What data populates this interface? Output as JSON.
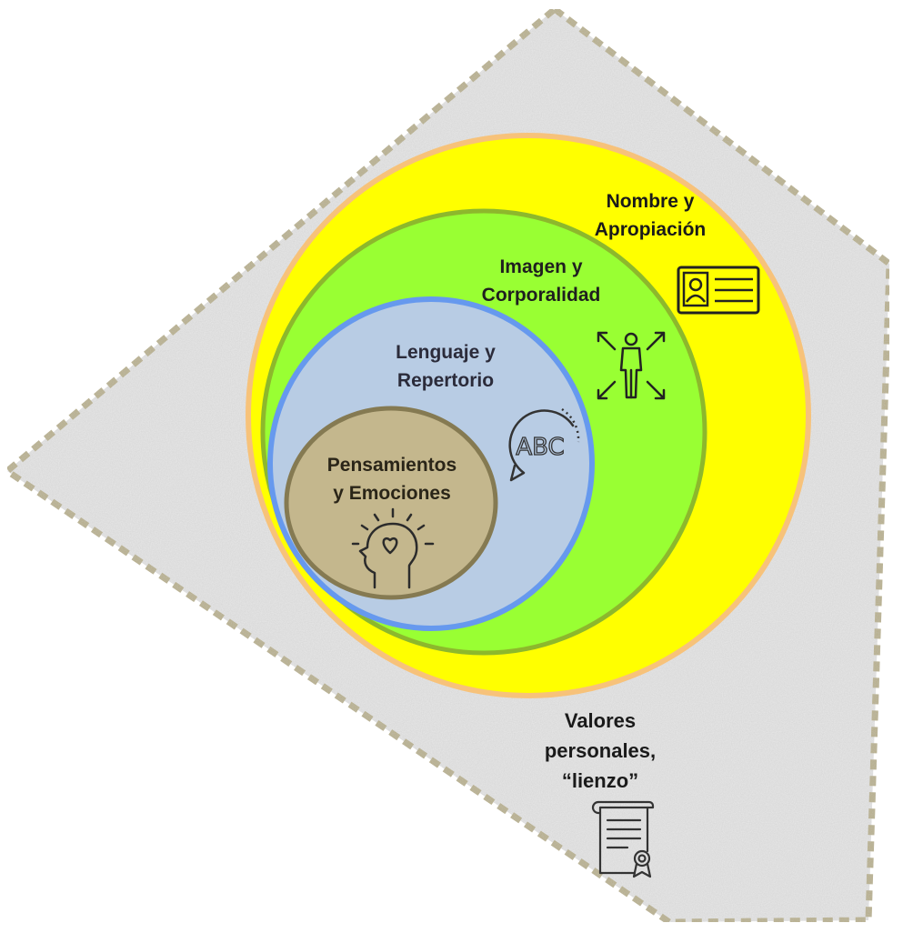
{
  "diagram": {
    "layers": [
      {
        "id": "nombre",
        "label_lines": [
          "Nombre y",
          "Apropiación"
        ],
        "icon": "id-card-icon",
        "fill": "#ffff00",
        "stroke": "#f7c27a"
      },
      {
        "id": "imagen",
        "label_lines": [
          "Imagen y",
          "Corporalidad"
        ],
        "icon": "body-expand-icon",
        "fill": "#99ff33",
        "stroke": "#8db82c"
      },
      {
        "id": "lenguaje",
        "label_lines": [
          "Lenguaje y",
          "Repertorio"
        ],
        "icon": "abc-speech-bubble-icon",
        "fill": "#b8cce4",
        "stroke": "#6699ee"
      },
      {
        "id": "pensamientos",
        "label_lines": [
          "Pensamientos",
          "y Emociones"
        ],
        "icon": "head-heart-icon",
        "fill": "#c4b78d",
        "stroke": "#857a52"
      }
    ],
    "outer": {
      "label_lines": [
        "Valores",
        "personales,",
        "“lienzo”"
      ],
      "icon": "certificate-scroll-icon",
      "fill": "#e6e6e6",
      "border": "#b7ad82"
    },
    "abc_text": "ABC"
  }
}
